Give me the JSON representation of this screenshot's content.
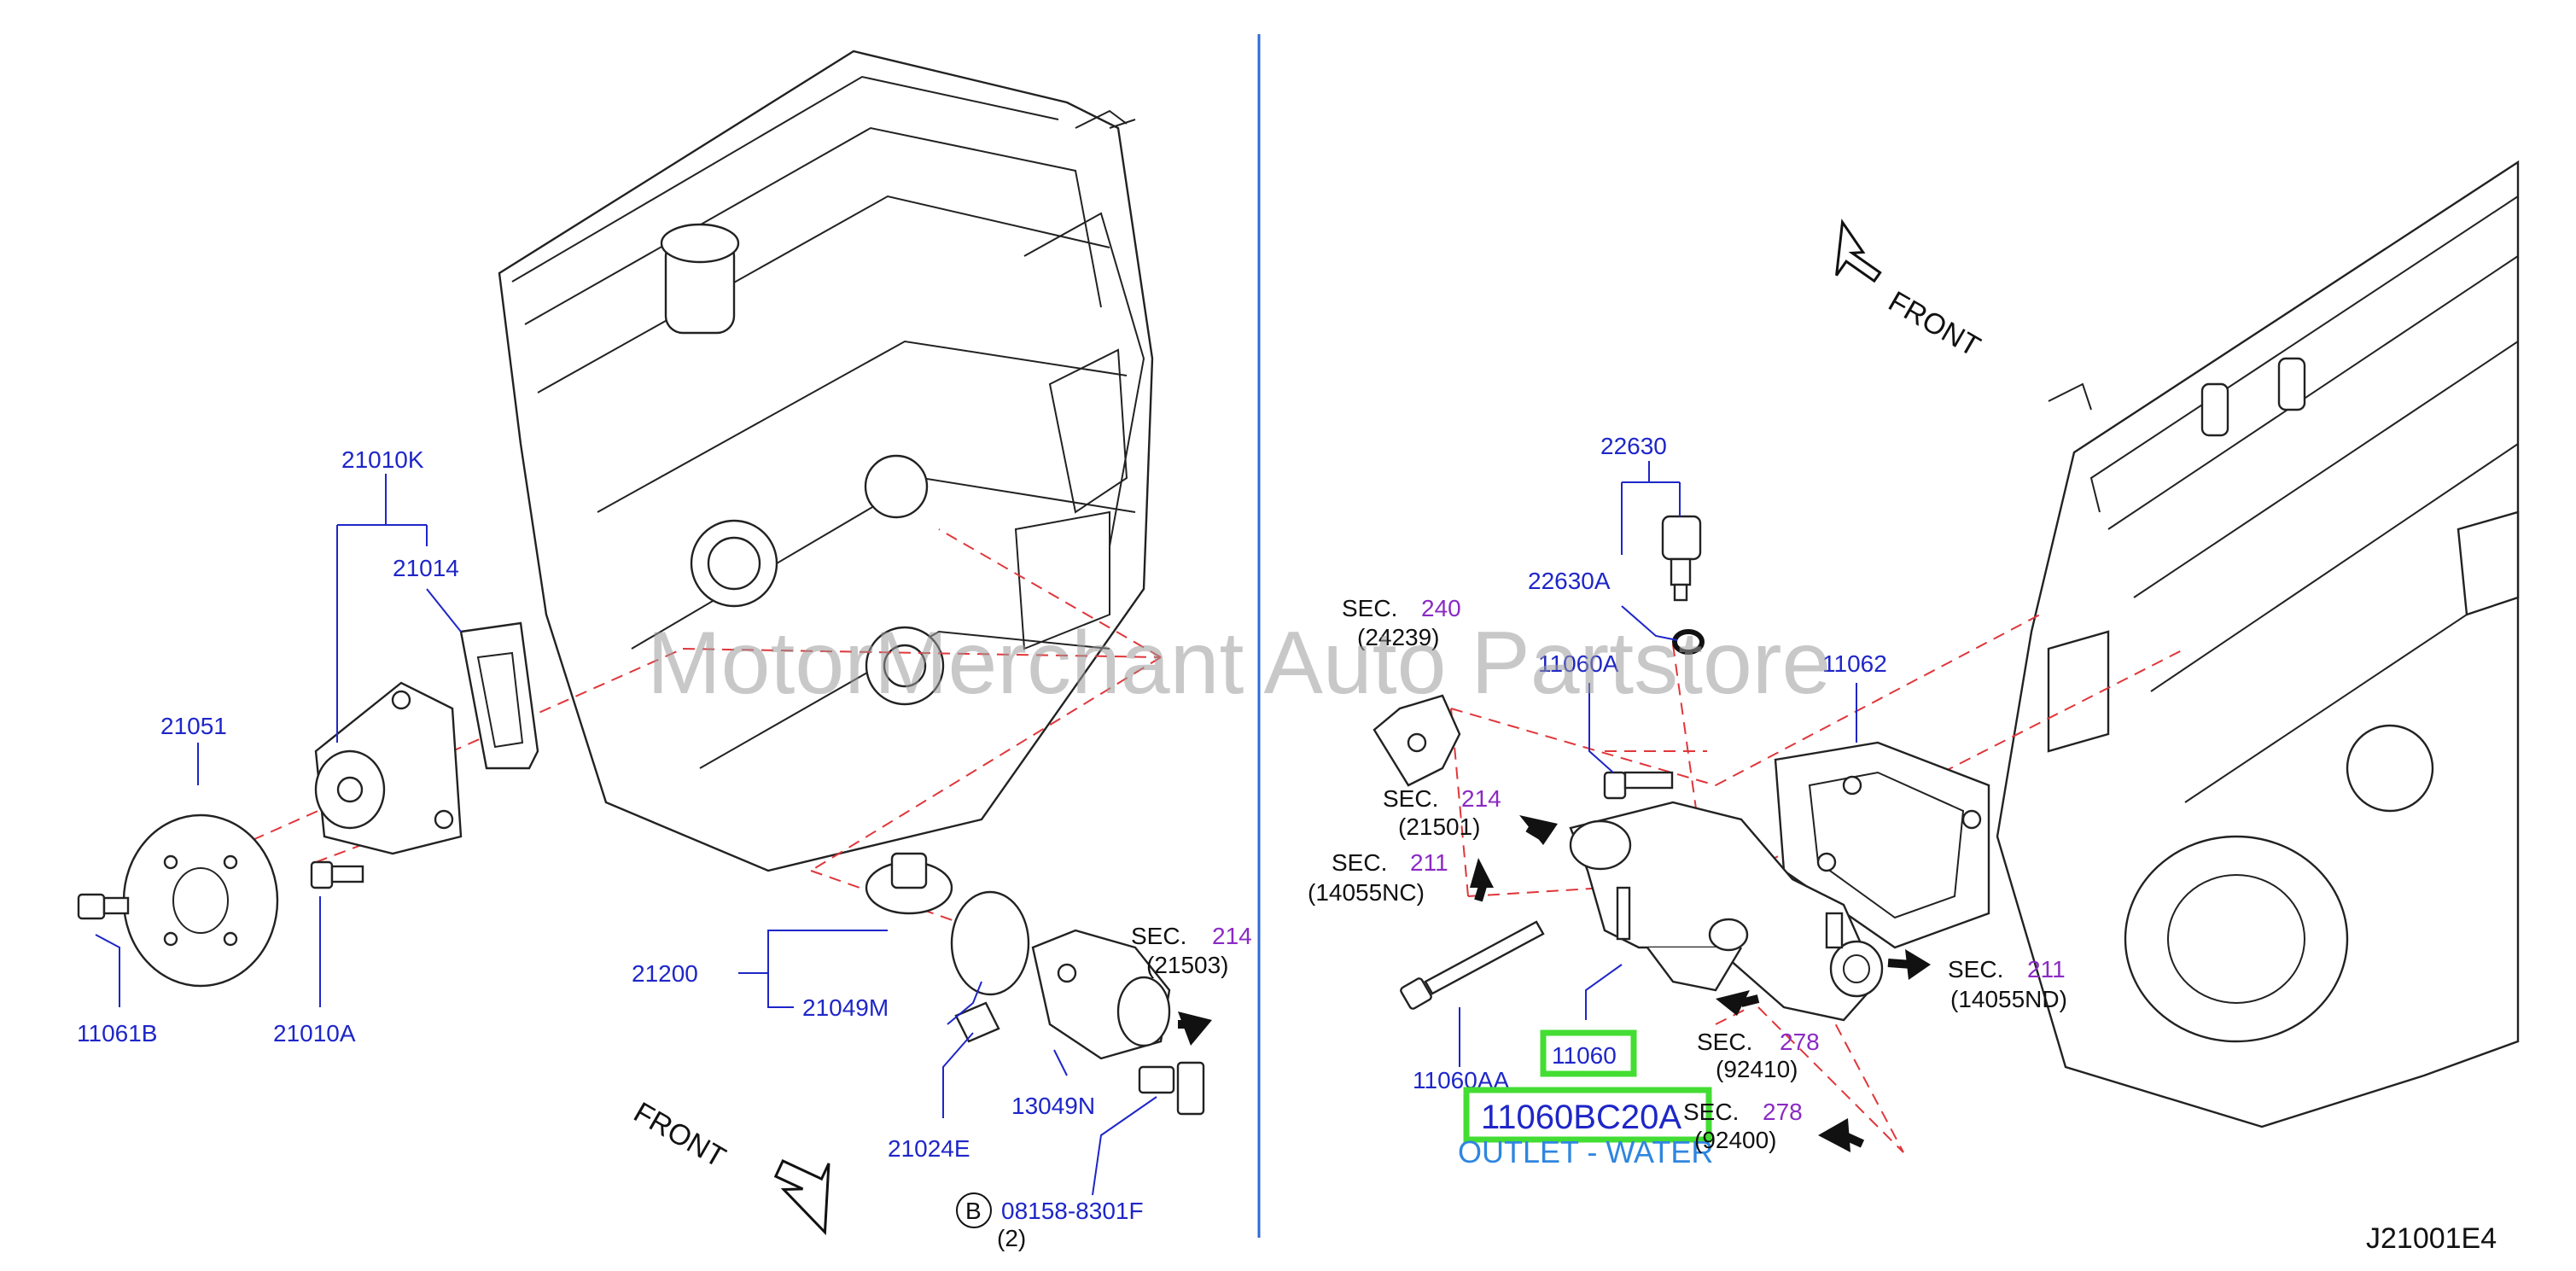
{
  "diagram_id": "J21001E4",
  "watermark": "MotorMerchant Auto Partstore",
  "left": {
    "front_label": "FRONT",
    "parts": {
      "p21010K": "21010K",
      "p21014": "21014",
      "p21051": "21051",
      "p11061B": "11061B",
      "p21010A": "21010A",
      "p21200": "21200",
      "p21049M": "21049M",
      "p21024E": "21024E",
      "p13049N": "13049N",
      "p08158": "08158-8301F",
      "p08158_qty": "(2)",
      "bolt_marker": "B"
    },
    "sec214": {
      "sec": "SEC.",
      "num": "214",
      "ref": "(21503)"
    }
  },
  "right": {
    "front_label": "FRONT",
    "parts": {
      "p22630": "22630",
      "p22630A": "22630A",
      "p11060A": "11060A",
      "p11062": "11062",
      "p11060AA": "11060AA",
      "p11060": "11060"
    },
    "highlight": {
      "part_number": "11060BC20A",
      "description": "OUTLET - WATER"
    },
    "sec240": {
      "sec": "SEC.",
      "num": "240",
      "ref": "(24239)"
    },
    "sec214": {
      "sec": "SEC.",
      "num": "214",
      "ref": "(21501)"
    },
    "sec211a": {
      "sec": "SEC.",
      "num": "211",
      "ref": "(14055NC)"
    },
    "sec211b": {
      "sec": "SEC.",
      "num": "211",
      "ref": "(14055ND)"
    },
    "sec278a": {
      "sec": "SEC.",
      "num": "278",
      "ref": "(92410)"
    },
    "sec278b": {
      "sec": "SEC.",
      "num": "278",
      "ref": "(92400)"
    }
  },
  "colors": {
    "part_number": "#1e26c8",
    "section_number": "#8a2ac4",
    "highlight_box": "#44dd33",
    "dash_line": "#e0363a",
    "description": "#2e86e0"
  }
}
